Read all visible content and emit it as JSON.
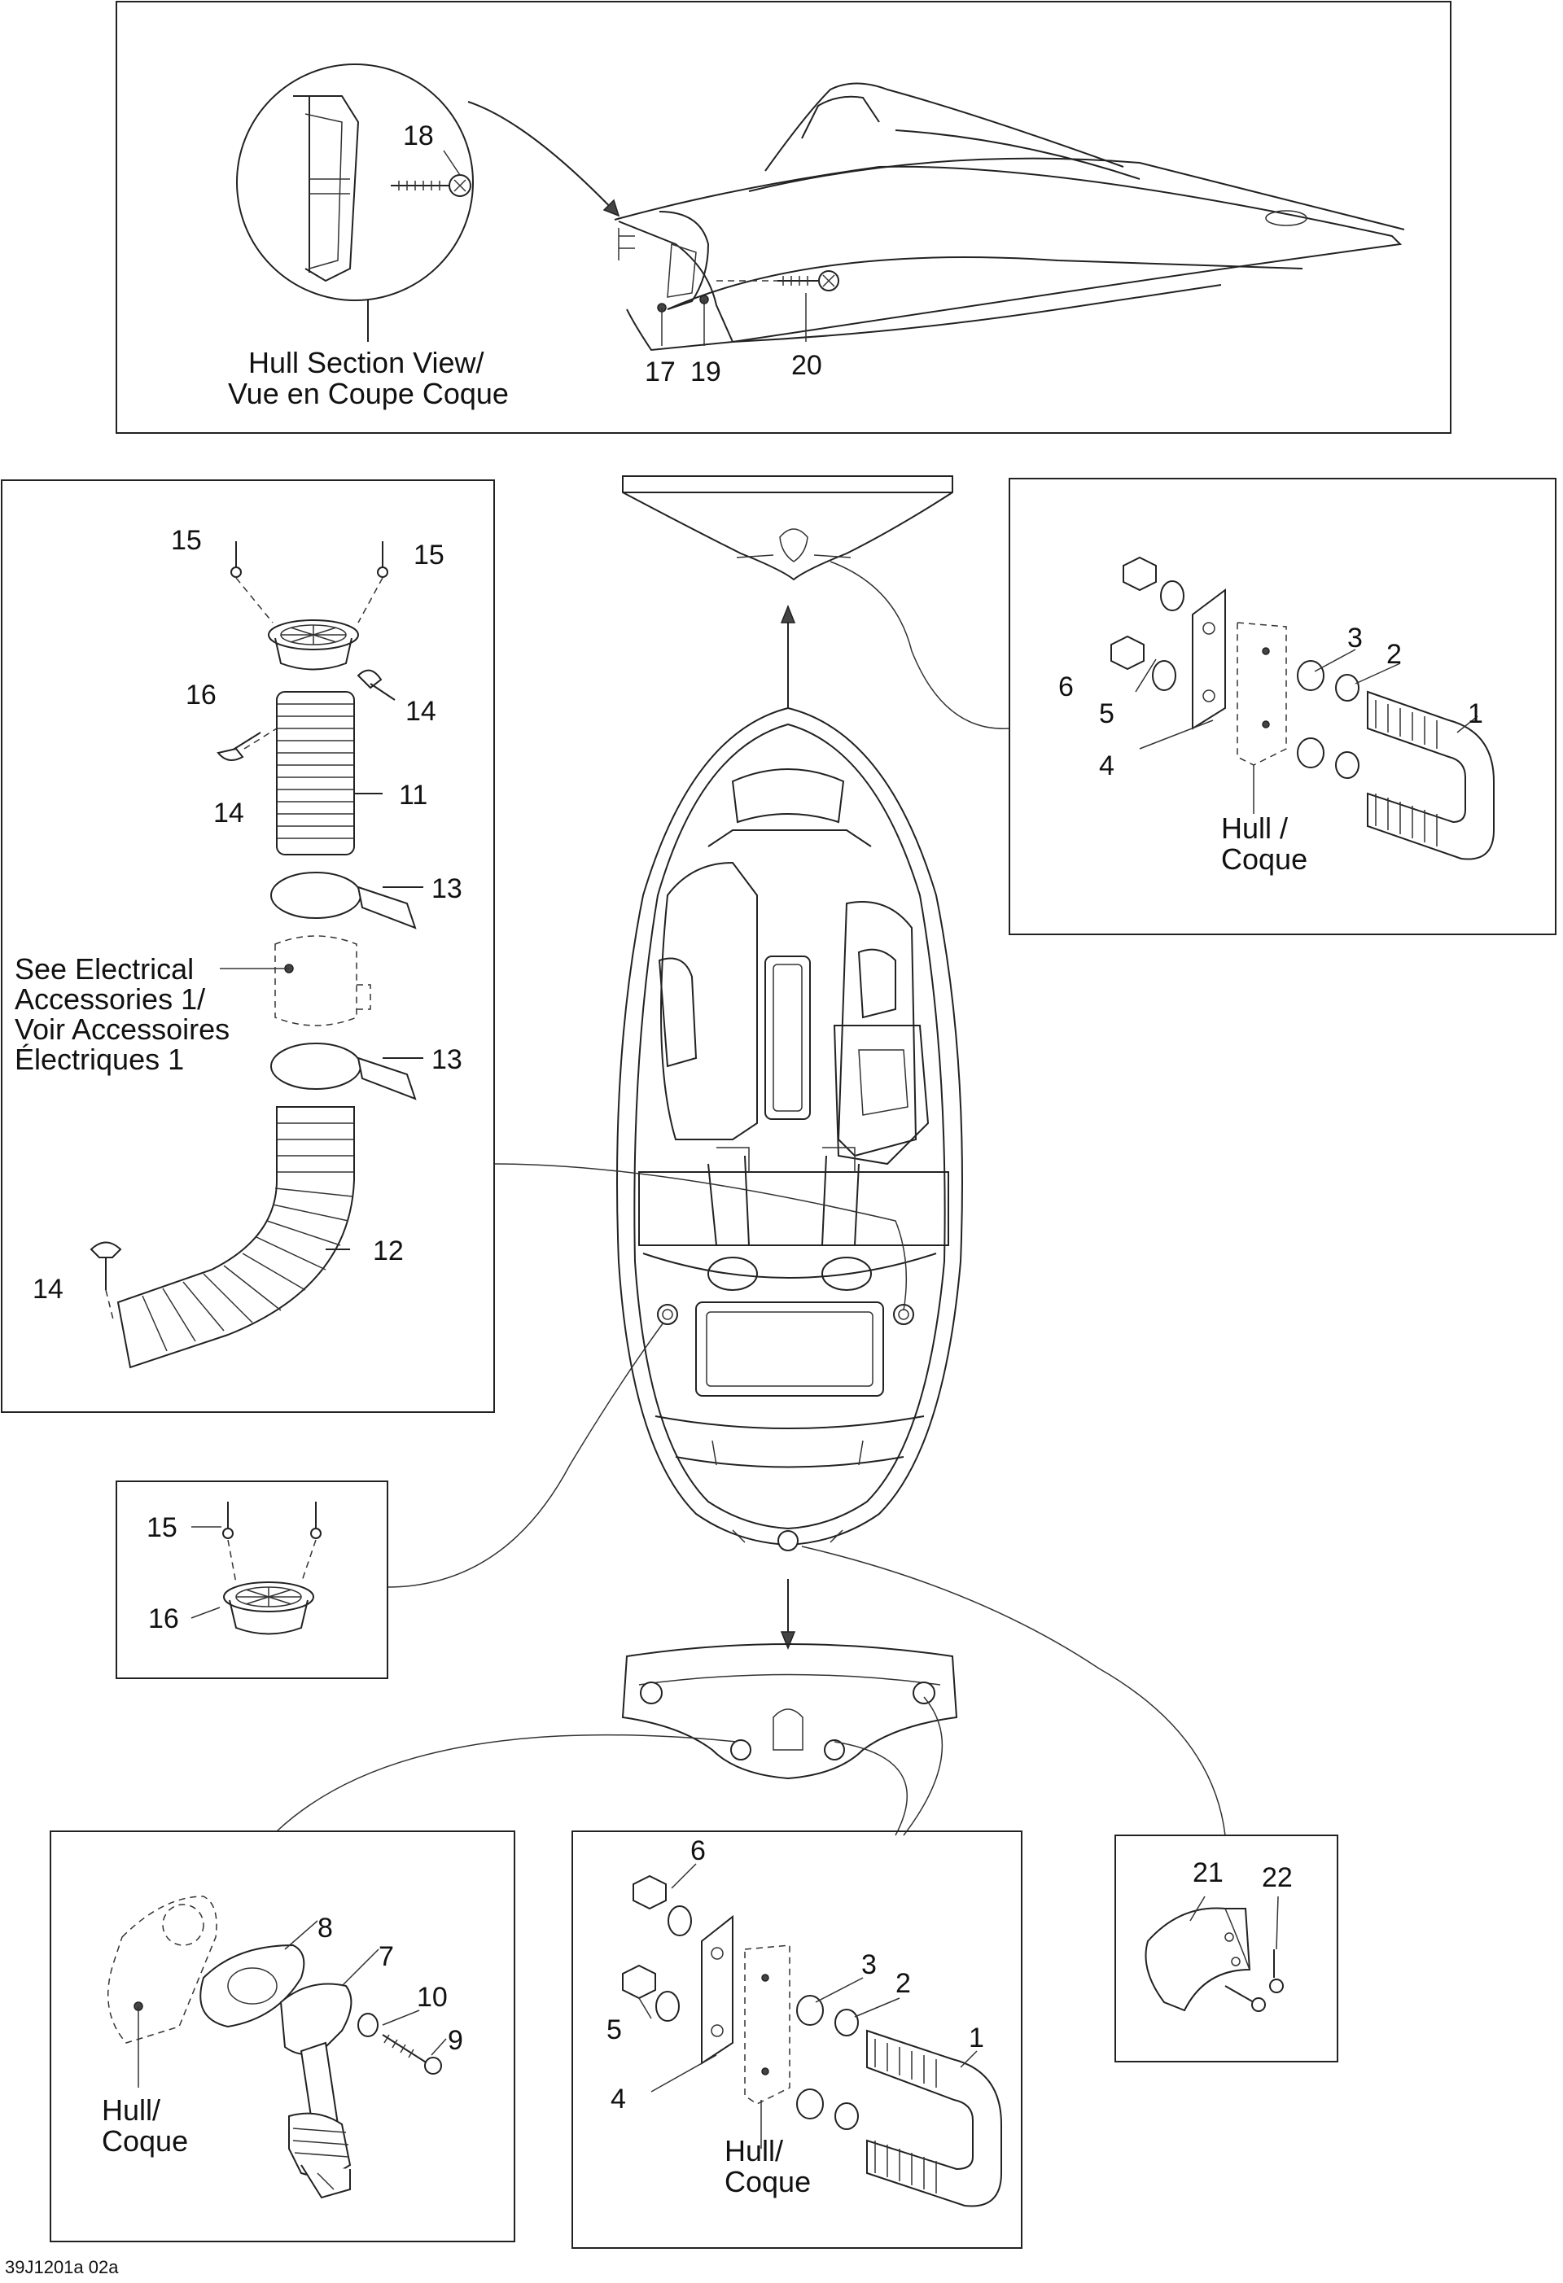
{
  "callouts": {
    "c1a": "1",
    "c2a": "2",
    "c3a": "3",
    "c4a": "4",
    "c5a": "5",
    "c6a": "6",
    "c1b": "1",
    "c2b": "2",
    "c3b": "3",
    "c4b": "4",
    "c5b": "5",
    "c6b": "6",
    "c7": "7",
    "c8": "8",
    "c9": "9",
    "c10": "10",
    "c11": "11",
    "c12": "12",
    "c13a": "13",
    "c13b": "13",
    "c14a": "14",
    "c14b": "14",
    "c14c": "14",
    "c15a": "15",
    "c15b": "15",
    "c15c": "15",
    "c16a": "16",
    "c16b": "16",
    "c17": "17",
    "c18": "18",
    "c19": "19",
    "c20": "20",
    "c21": "21",
    "c22": "22"
  },
  "labels": {
    "hull_section_1": "Hull Section View/",
    "hull_section_2": "Vue en Coupe Coque",
    "see_elec_1": "See Electrical",
    "see_elec_2": "Accessories 1/",
    "see_elec_3": "Voir Accessoires",
    "see_elec_4": "Électriques 1",
    "hull_top_1": "Hull /",
    "hull_top_2": "Coque",
    "hull_bl_1": "Hull/",
    "hull_bl_2": "Coque",
    "hull_bm_1": "Hull/",
    "hull_bm_2": "Coque"
  },
  "footer": {
    "code": "39J1201a 02a"
  },
  "icons": [
    "screw-icon",
    "nut-icon",
    "washer-icon",
    "u-bolt-icon",
    "hose-icon",
    "vent-cap-icon",
    "clamp-icon",
    "drain-plug-icon",
    "boat-hull-icon"
  ]
}
